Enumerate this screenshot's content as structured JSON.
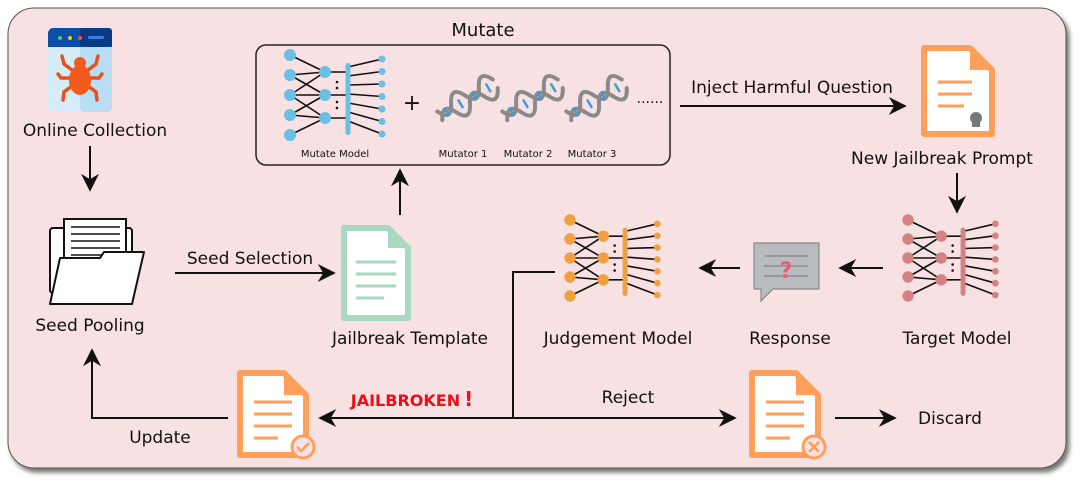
{
  "labels": {
    "online_collection": "Online Collection",
    "seed_pooling": "Seed Pooling",
    "seed_selection": "Seed Selection",
    "jailbreak_template": "Jailbreak Template",
    "mutate_title": "Mutate",
    "mutate_model": "Mutate Model",
    "plus": "+",
    "mutators": [
      "Mutator 1",
      "Mutator 2",
      "Mutator 3"
    ],
    "ellipsis": "......",
    "inject": "Inject Harmful Question",
    "new_prompt": "New Jailbreak Prompt",
    "target_model": "Target Model",
    "response": "Response",
    "judgement_model": "Judgement Model",
    "jailbroken": "JAILBROKEN",
    "jailbroken_mark": "!",
    "reject": "Reject",
    "discard": "Discard",
    "update": "Update"
  },
  "colors": {
    "background": "#f8e1e3",
    "mutate_model": "#6bbfe3",
    "target_model": "#d48282",
    "judgement_model": "#f0a040",
    "document_orange": "#ff9f5a",
    "template_green": "#a8d8c0",
    "jailbroken_red": "#e8101a",
    "dna_gray": "#8a8a8a",
    "dna_blue": "#3a9fd8"
  },
  "icons": {
    "online_collection": "browser-spider-icon",
    "seed_pooling": "folder-documents-icon",
    "jailbreak_template": "document-icon",
    "new_prompt": "document-skull-icon",
    "response": "speech-bubble-question-icon",
    "accepted": "document-check-icon",
    "rejected": "document-x-icon",
    "mutator": "dna-icon"
  }
}
